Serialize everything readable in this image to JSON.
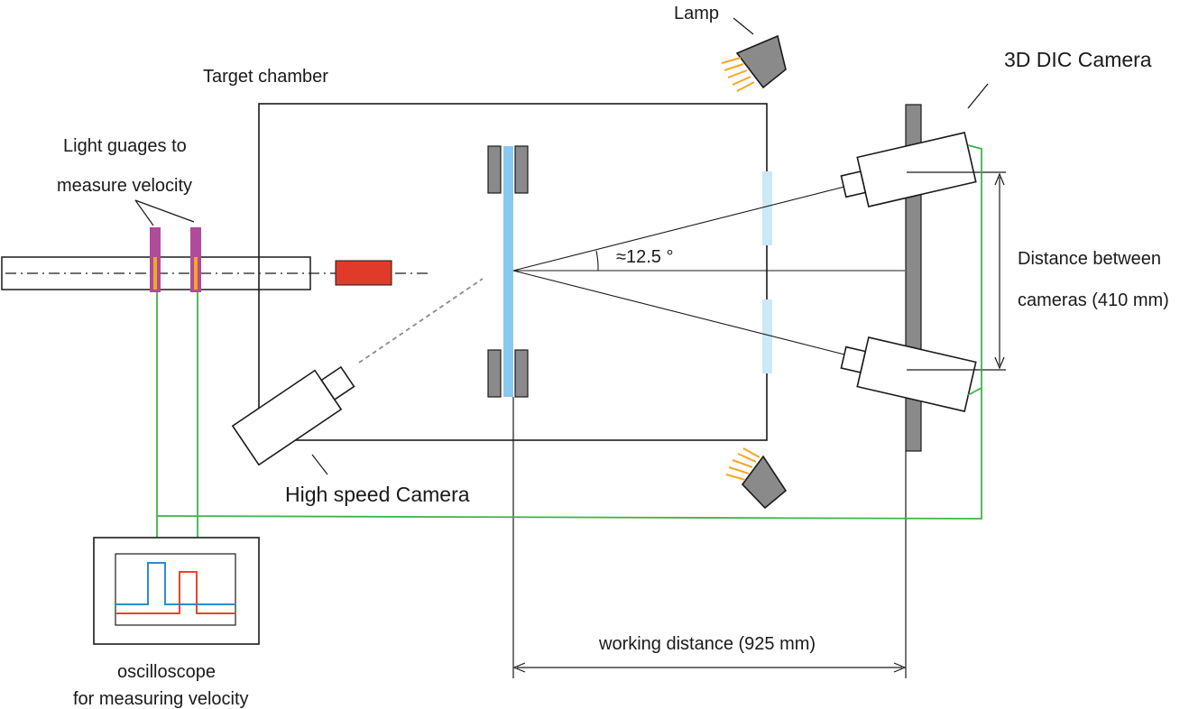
{
  "labels": {
    "lamp": "Lamp",
    "dic_camera": "3D DIC Camera",
    "target_chamber": "Target chamber",
    "light_gauges_line1": "Light guages to",
    "light_gauges_line2": "measure velocity",
    "angle": "≈12.5 °",
    "distance_line1": "Distance between",
    "distance_line2": "cameras (410 mm)",
    "high_speed_camera": "High speed Camera",
    "working_distance": "working distance (925 mm)",
    "oscilloscope_line1": "oscilloscope",
    "oscilloscope_line2": "for measuring velocity"
  },
  "colors": {
    "line": "#1a1a1a",
    "wire": "#3cb44b",
    "projectile": "#e03a2a",
    "specimen": "#89c9ef",
    "window": "#cde8f7",
    "gauge": "#b04a9a",
    "gauge_beam": "#f5a623",
    "clamp": "#8a8a8a",
    "lamp_body": "#8a8a8a",
    "lamp_rays": "#f5a623",
    "signal_blue": "#2b8ccf",
    "signal_red": "#e8462a"
  }
}
